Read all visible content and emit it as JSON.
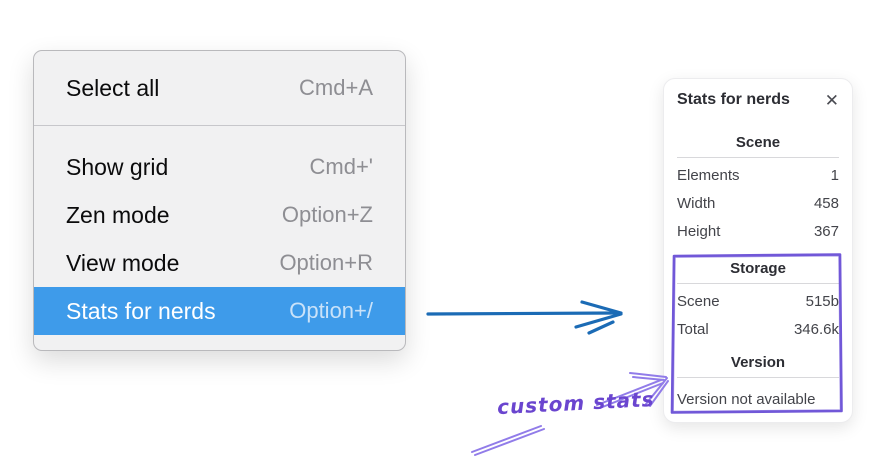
{
  "menu": {
    "items": [
      {
        "label": "Select all",
        "shortcut": "Cmd+A",
        "selected": false
      },
      {
        "label": "Show grid",
        "shortcut": "Cmd+'",
        "selected": false
      },
      {
        "label": "Zen mode",
        "shortcut": "Option+Z",
        "selected": false
      },
      {
        "label": "View mode",
        "shortcut": "Option+R",
        "selected": false
      },
      {
        "label": "Stats for nerds",
        "shortcut": "Option+/",
        "selected": true
      }
    ]
  },
  "stats_panel": {
    "title": "Stats for nerds",
    "close_glyph": "✕",
    "sections": [
      {
        "heading": "Scene",
        "rows": [
          {
            "label": "Elements",
            "value": "1"
          },
          {
            "label": "Width",
            "value": "458"
          },
          {
            "label": "Height",
            "value": "367"
          }
        ]
      },
      {
        "heading": "Storage",
        "rows": [
          {
            "label": "Scene",
            "value": "515b"
          },
          {
            "label": "Total",
            "value": "346.6k"
          }
        ]
      },
      {
        "heading": "Version",
        "note": "Version not available"
      }
    ]
  },
  "annotation": {
    "label": "custom stats"
  },
  "colors": {
    "menu_highlight": "#3e9bea",
    "menu_background": "#f1f1f2",
    "flow_arrow_blue": "#1b6bb5",
    "annotation_box_purple": "#7158d8",
    "annotation_arrow_purple": "#917ce9",
    "annotation_text_purple": "#6a45cf"
  }
}
